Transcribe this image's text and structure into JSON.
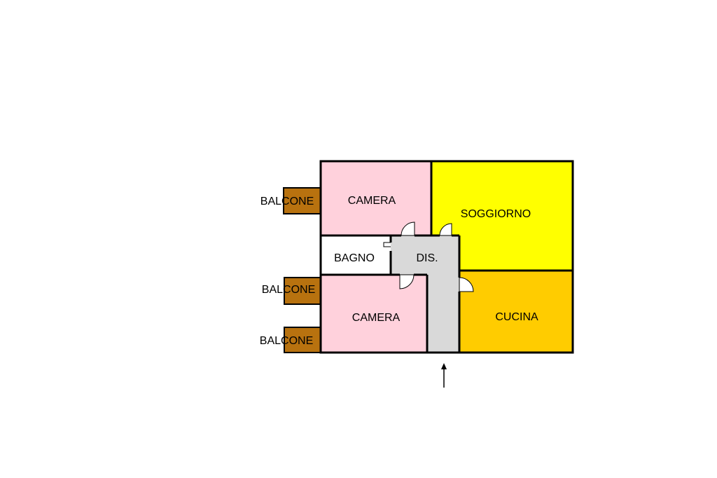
{
  "colors": {
    "camera": "#ffd1dc",
    "soggiorno": "#ffff00",
    "cucina": "#ffcc00",
    "bagno": "#ffffff",
    "dis": "#d9d9d9",
    "balcone": "#b8720f",
    "wall": "#000000",
    "door_leaf": "#ffffff"
  },
  "rooms": {
    "camera_top": {
      "label": "CAMERA"
    },
    "soggiorno": {
      "label": "SOGGIORNO"
    },
    "bagno": {
      "label": "BAGNO"
    },
    "dis": {
      "label": "DIS."
    },
    "camera_bottom": {
      "label": "CAMERA"
    },
    "cucina": {
      "label": "CUCINA"
    }
  },
  "balconies": [
    {
      "label": "BALCONE"
    },
    {
      "label": "BALCONE"
    },
    {
      "label": "BALCONE"
    }
  ],
  "entrance_icon": "up-arrow-icon"
}
